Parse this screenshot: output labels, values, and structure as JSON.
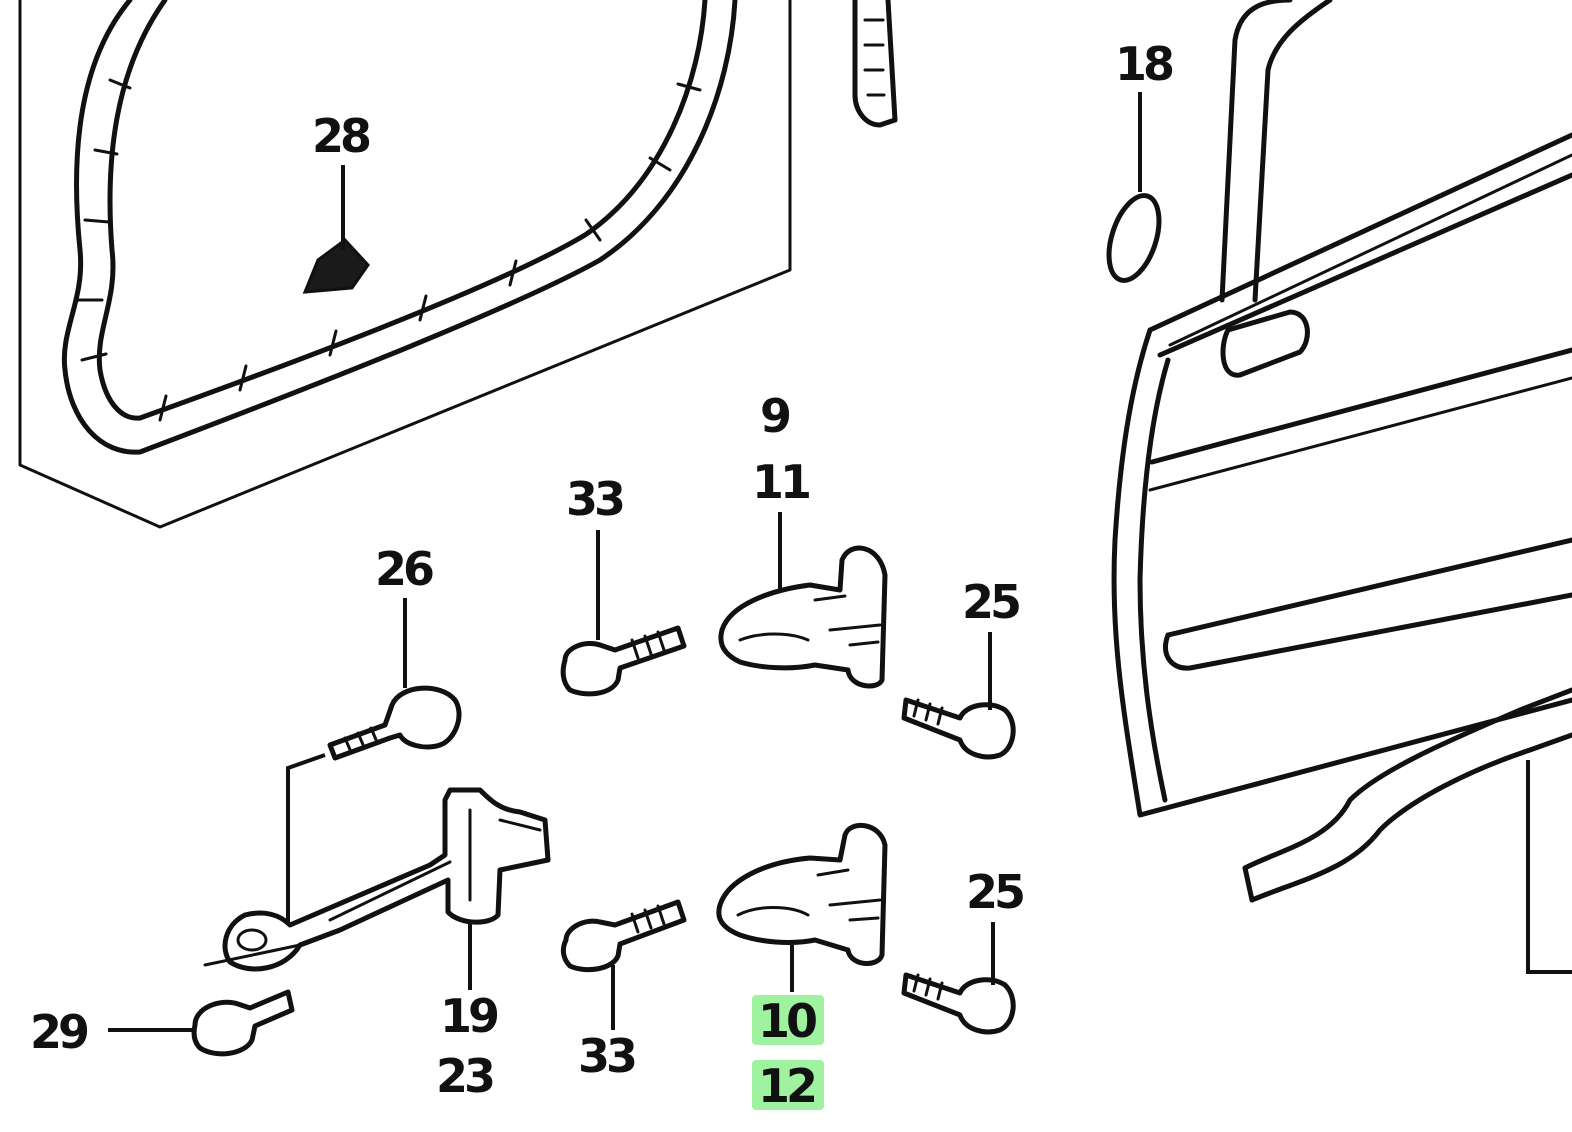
{
  "callouts": {
    "c28": "28",
    "c18": "18",
    "c9": "9",
    "c11": "11",
    "c33_top": "33",
    "c26": "26",
    "c25_top": "25",
    "c25_bottom": "25",
    "c29": "29",
    "c19": "19",
    "c23": "23",
    "c33_bottom": "33",
    "c10": "10",
    "c12": "12"
  },
  "highlighted_parts": [
    "10",
    "12"
  ],
  "colors": {
    "ink": "#111111",
    "highlight": "#8ef08e",
    "background": "#ffffff"
  }
}
